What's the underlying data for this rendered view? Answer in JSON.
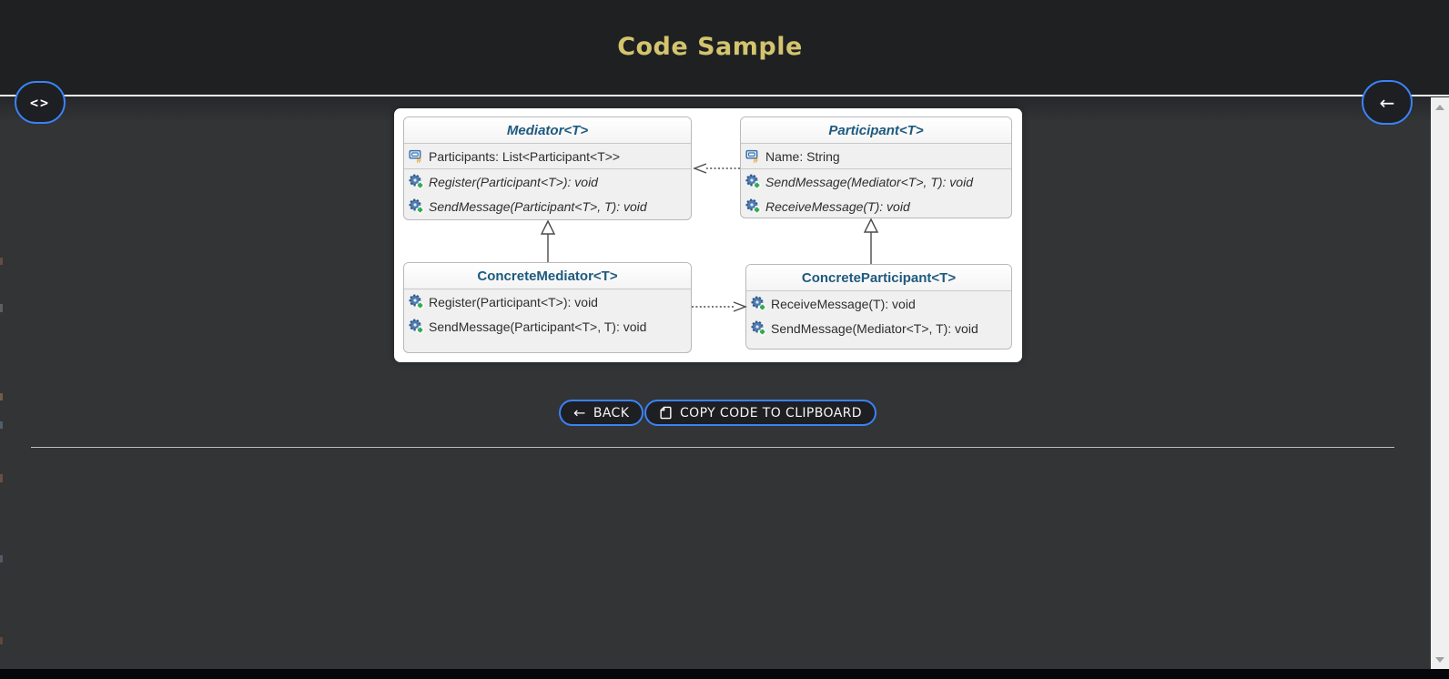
{
  "window": {
    "title": "Code Sample"
  },
  "nav": {
    "code_panel_button": {
      "icon": "code-brackets-icon",
      "glyph": "<>"
    },
    "back_circle_button": {
      "icon": "arrow-left-icon",
      "glyph": "←"
    }
  },
  "diagram": {
    "classes": [
      {
        "name": "Mediator<T>",
        "stereotype": "abstract",
        "fields": [
          "Participants: List<Participant<T>>"
        ],
        "methods": [
          "Register(Participant<T>): void",
          "SendMessage(Participant<T>, T): void"
        ]
      },
      {
        "name": "Participant<T>",
        "stereotype": "abstract",
        "fields": [
          "Name: String"
        ],
        "methods": [
          "SendMessage(Mediator<T>, T): void",
          "ReceiveMessage(T): void"
        ]
      },
      {
        "name": "ConcreteMediator<T>",
        "stereotype": "concrete",
        "fields": [],
        "methods": [
          "Register(Participant<T>): void",
          "SendMessage(Participant<T>, T): void"
        ]
      },
      {
        "name": "ConcreteParticipant<T>",
        "stereotype": "concrete",
        "fields": [],
        "methods": [
          "ReceiveMessage(T): void",
          "SendMessage(Mediator<T>, T): void"
        ]
      }
    ],
    "relations": [
      {
        "from": "Participant<T>",
        "to": "Mediator<T>",
        "type": "dashed-dependency"
      },
      {
        "from": "ConcreteMediator<T>",
        "to": "Mediator<T>",
        "type": "generalization"
      },
      {
        "from": "ConcreteParticipant<T>",
        "to": "Participant<T>",
        "type": "generalization"
      },
      {
        "from": "ConcreteMediator<T>",
        "to": "ConcreteParticipant<T>",
        "type": "dashed-dependency"
      }
    ]
  },
  "actions": {
    "back_label": "BACK",
    "copy_label": "COPY CODE TO CLIPBOARD"
  },
  "colors": {
    "accent_blue": "#3b82f6",
    "title_gold": "#d3c46e",
    "class_name_blue": "#1e5a7e"
  }
}
